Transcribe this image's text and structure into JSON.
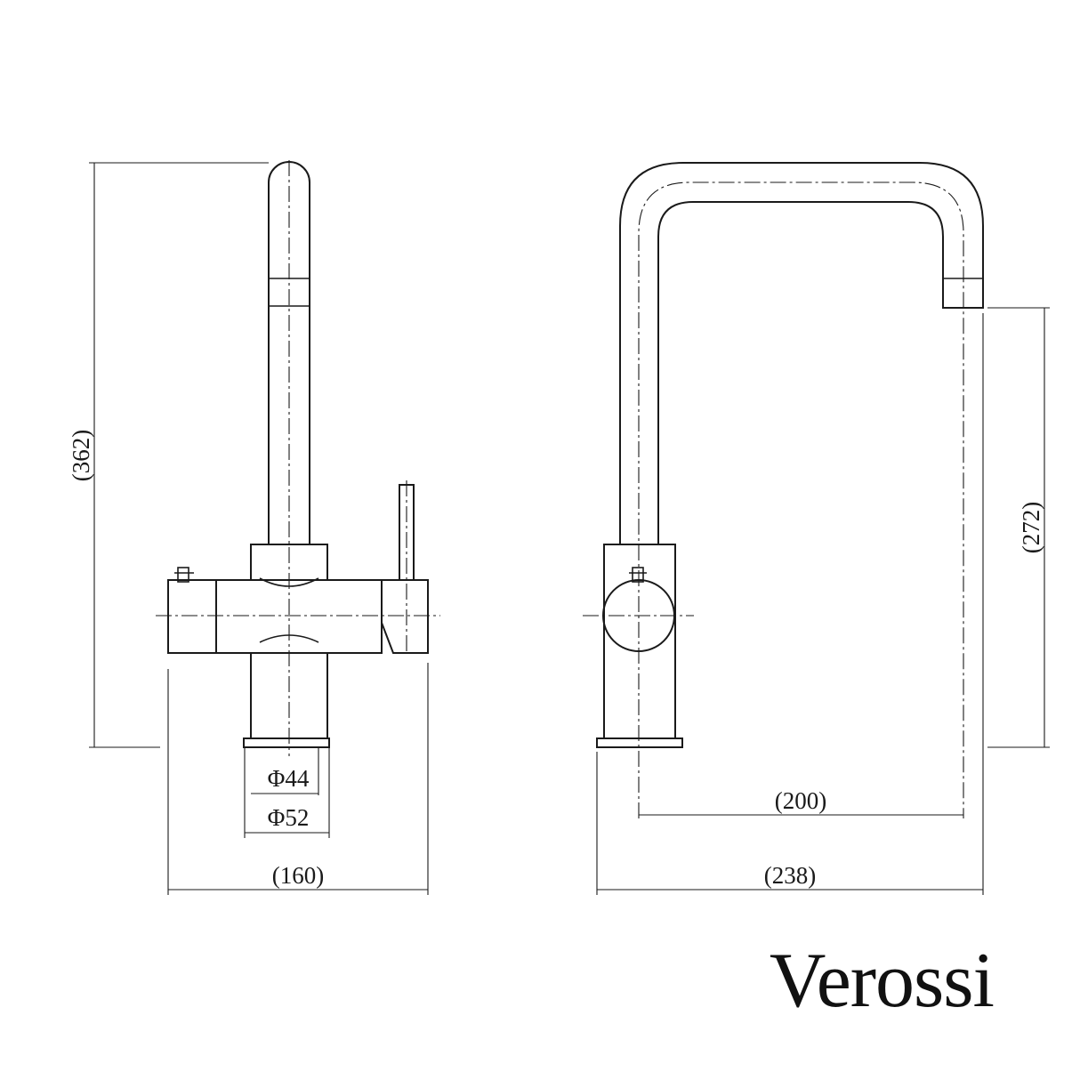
{
  "dimensions": {
    "front_height": "(362)",
    "base_inner_diameter": "Φ44",
    "base_outer_diameter": "Φ52",
    "front_width": "(160)",
    "side_height": "(272)",
    "spout_reach": "(200)",
    "side_width": "(238)"
  },
  "brand": {
    "name": "Verossi"
  }
}
